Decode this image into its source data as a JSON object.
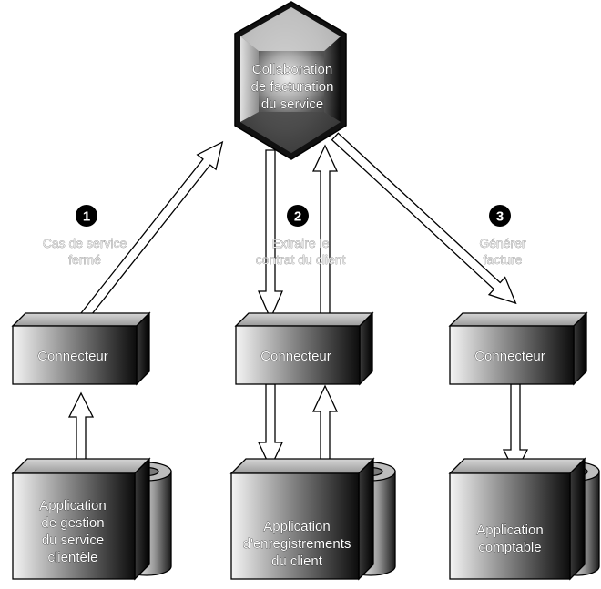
{
  "hub": {
    "lines": [
      "Collaboration",
      "de facturation",
      "du service"
    ]
  },
  "steps": [
    {
      "number": "1",
      "lines": [
        "Cas de service",
        "fermé"
      ]
    },
    {
      "number": "2",
      "lines": [
        "Extraire le",
        "contrat du client"
      ]
    },
    {
      "number": "3",
      "lines": [
        "Générer",
        "facture"
      ]
    }
  ],
  "connectors": [
    {
      "label": "Connecteur"
    },
    {
      "label": "Connecteur"
    },
    {
      "label": "Connecteur"
    }
  ],
  "applications": [
    {
      "lines": [
        "Application",
        "de gestion",
        "du service",
        "clientèle"
      ]
    },
    {
      "lines": [
        "Application",
        "d'enregistrements",
        "du client"
      ]
    },
    {
      "lines": [
        "Application",
        "comptable"
      ]
    }
  ]
}
